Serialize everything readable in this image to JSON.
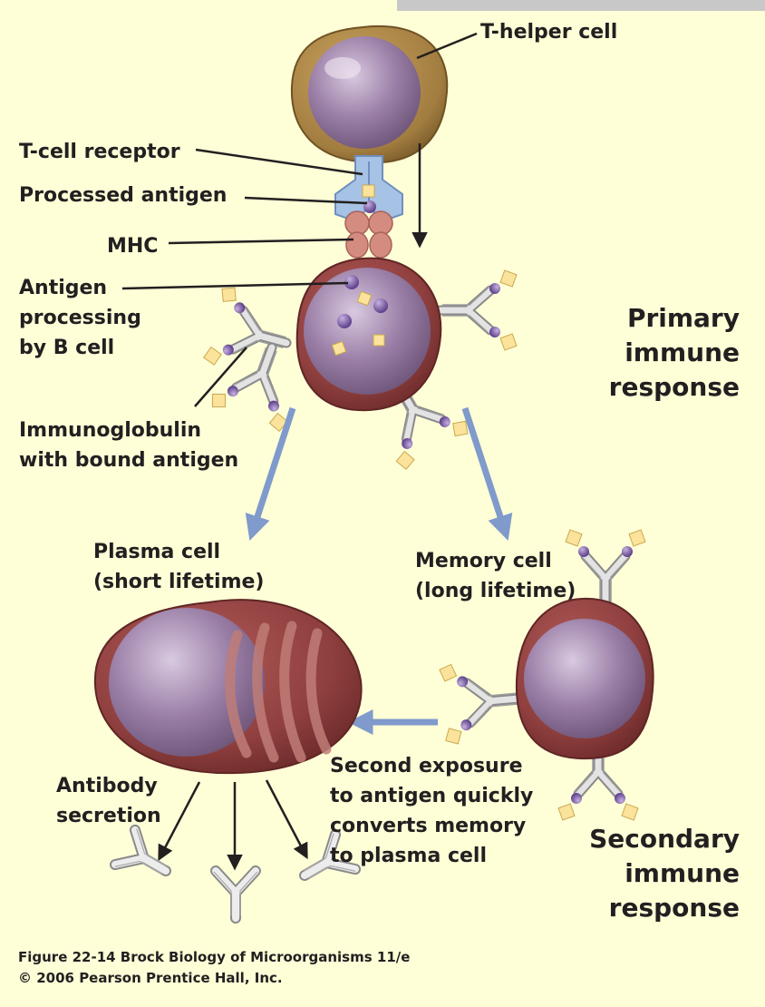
{
  "labels": {
    "t_helper": "T-helper cell",
    "t_cell_receptor": "T-cell receptor",
    "processed_antigen": "Processed antigen",
    "mhc": "MHC",
    "antigen_processing": "Antigen\nprocessing\nby B cell",
    "immunoglobulin": "Immunoglobulin\nwith bound antigen",
    "primary": "Primary\nimmune\nresponse",
    "plasma_cell": "Plasma cell\n(short lifetime)",
    "memory_cell": "Memory cell\n(long lifetime)",
    "antibody_secretion": "Antibody\nsecretion",
    "second_exposure": "Second exposure\nto antigen quickly\nconverts memory\nto plasma cell",
    "secondary": "Secondary\nimmune\nresponse"
  },
  "caption": {
    "line1": "Figure 22-14  Brock Biology of Microorganisms 11/e",
    "line2": "© 2006 Pearson Prentice Hall, Inc."
  },
  "colors": {
    "background": "#fefed7",
    "cell_body": "#8e3f3e",
    "nucleus": "#9a7ea6",
    "t_helper_membrane": "#a27d40",
    "receptor": "#a6c2e4",
    "mhc": "#d48c80",
    "antigen": "#fbe39b",
    "antigen_bead": "#7e5aa3",
    "antibody": "#c9c9c9",
    "flow_arrow": "#7f9acb"
  }
}
